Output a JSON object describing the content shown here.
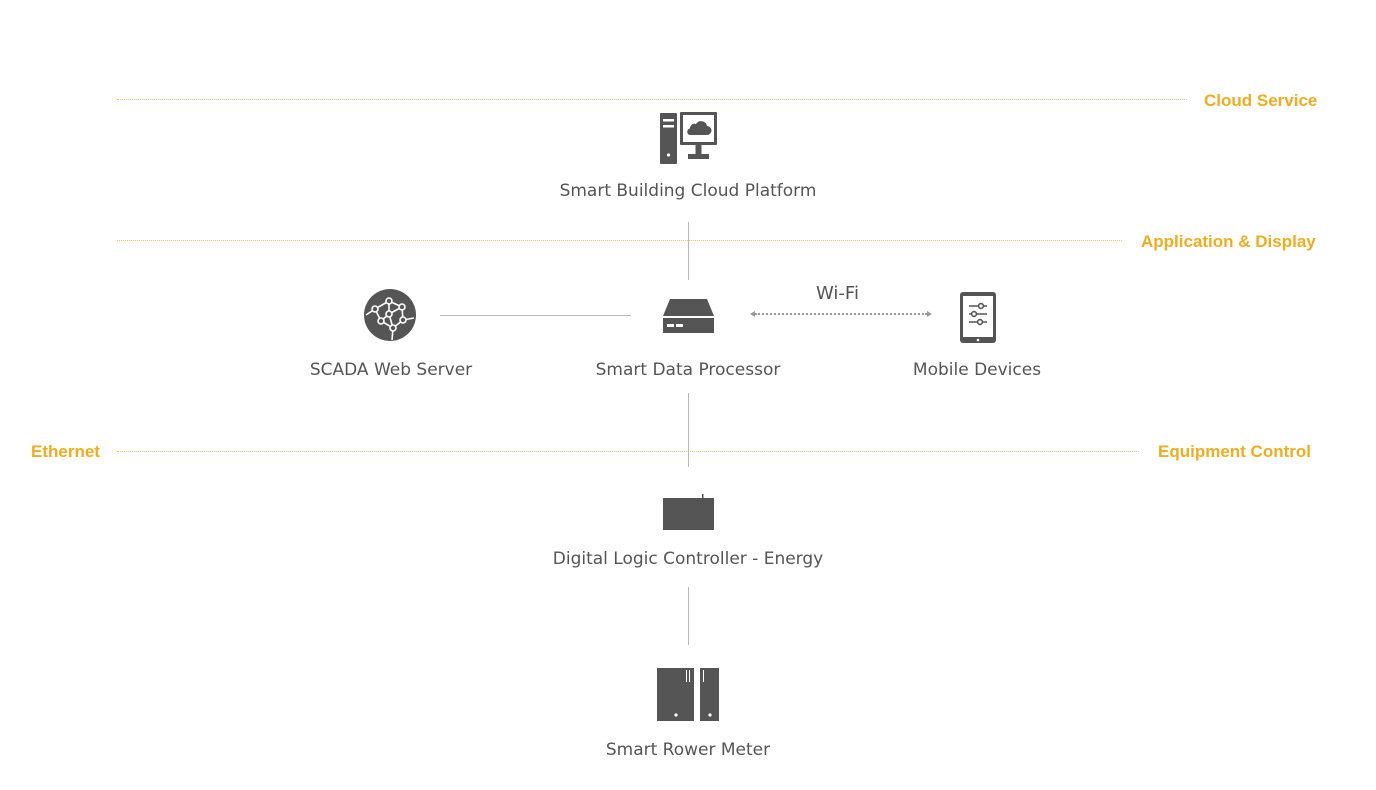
{
  "tiers": {
    "cloud_service": "Cloud Service",
    "application_display": "Application & Display",
    "equipment_control": "Equipment Control",
    "ethernet": "Ethernet"
  },
  "nodes": {
    "cloud_platform": {
      "label": "Smart Building Cloud Platform",
      "icon": "cloud-computer-icon"
    },
    "scada": {
      "label": "SCADA Web Server",
      "icon": "globe-network-icon"
    },
    "data_processor": {
      "label": "Smart Data Processor",
      "icon": "server-box-icon"
    },
    "mobile": {
      "label": "Mobile Devices",
      "icon": "tablet-settings-icon"
    },
    "logic_controller": {
      "label": "Digital Logic Controller - Energy",
      "icon": "controller-box-icon"
    },
    "power_meter": {
      "label": "Smart Rower Meter",
      "icon": "meter-cabinet-icon"
    }
  },
  "links": {
    "wifi": "Wi-Fi"
  },
  "colors": {
    "tier_accent": "#f0ad1f",
    "tier_line": "#f3c267",
    "icon": "#555555",
    "connector": "#b9b9b9",
    "text": "#555555"
  }
}
